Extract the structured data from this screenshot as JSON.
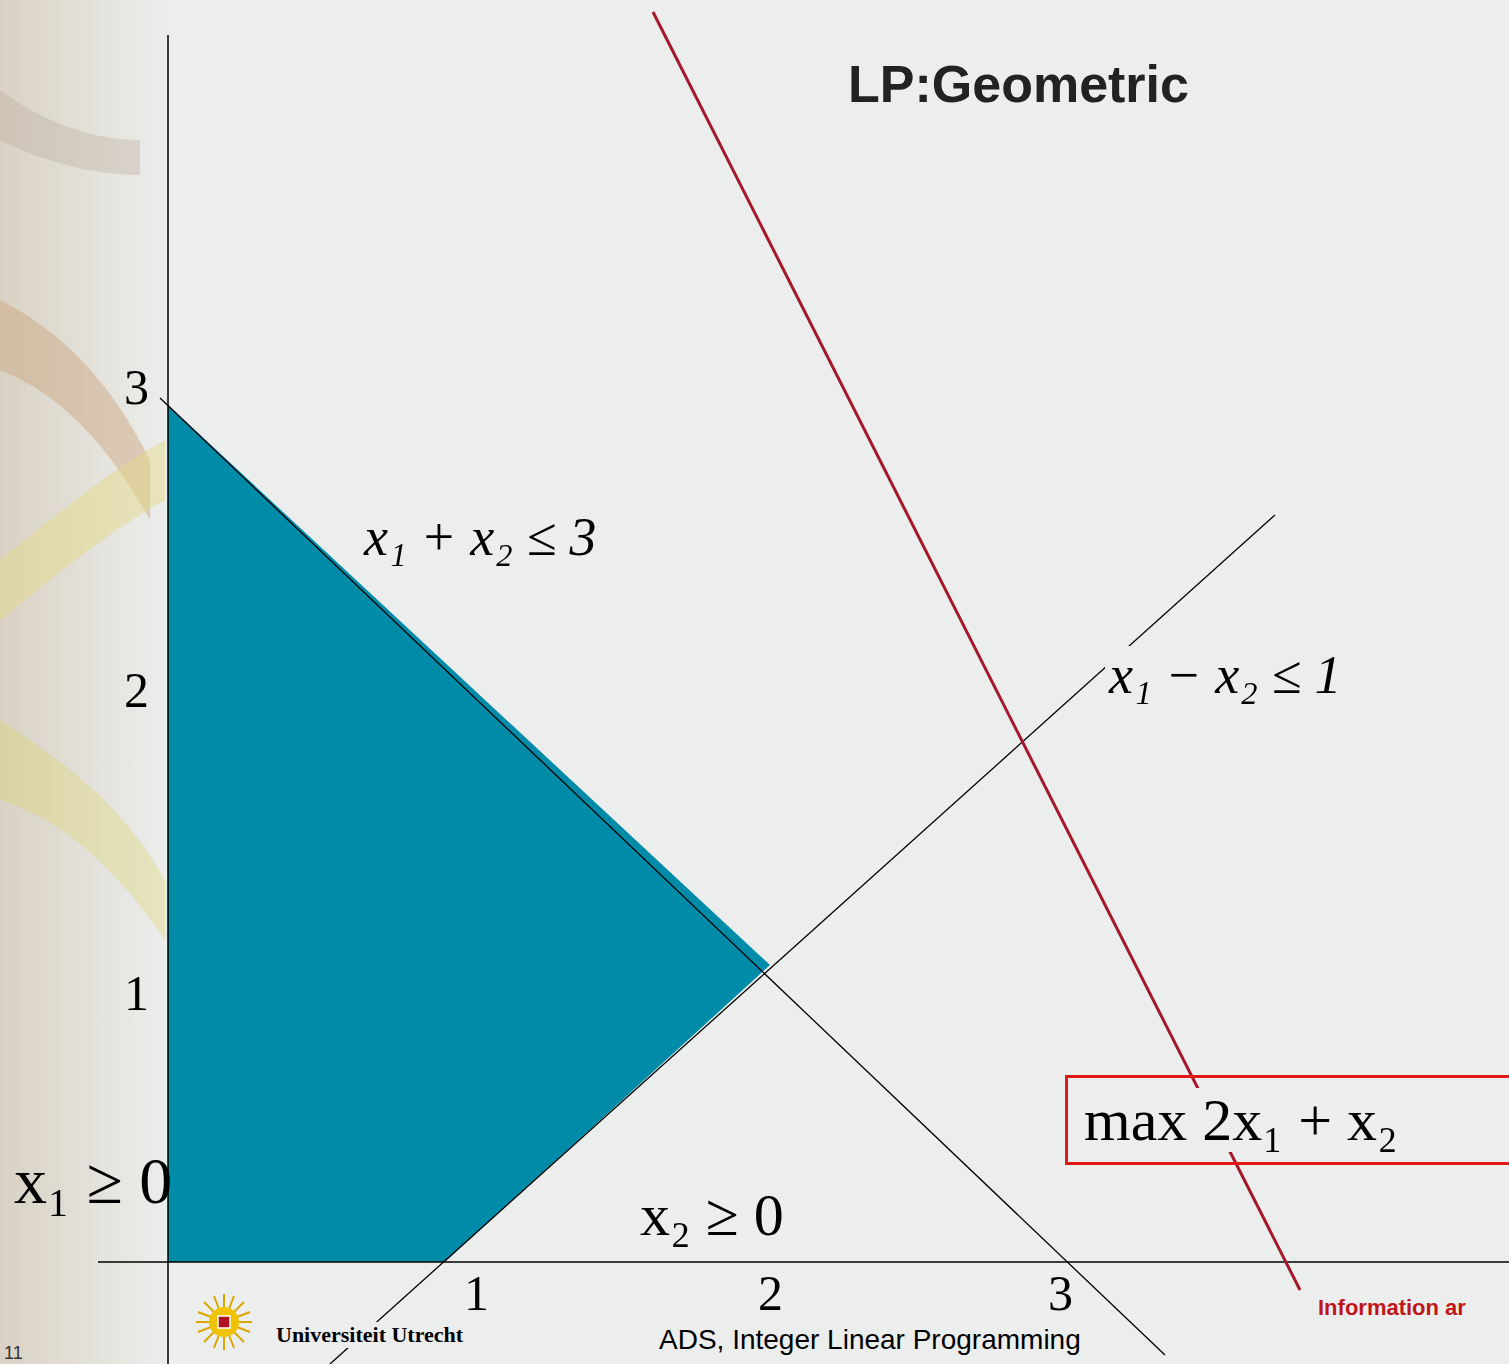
{
  "diagram": {
    "title": "LP:Geometric",
    "nodes": [
      {
        "text": [
          "max 2x₁ + x₂"
        ]
      }
    ],
    "labels": [
      "3",
      "2",
      "1",
      "x₁ ≥ 0",
      "x₁ + x₂ ≤ 3",
      "x₁ − x₂ ≤ 1",
      "x₂ ≥ 0",
      "1",
      "2",
      "3",
      "Universiteit Utrecht",
      "ADS, Integer Linear Programming",
      "Information ar",
      "11"
    ]
  }
}
